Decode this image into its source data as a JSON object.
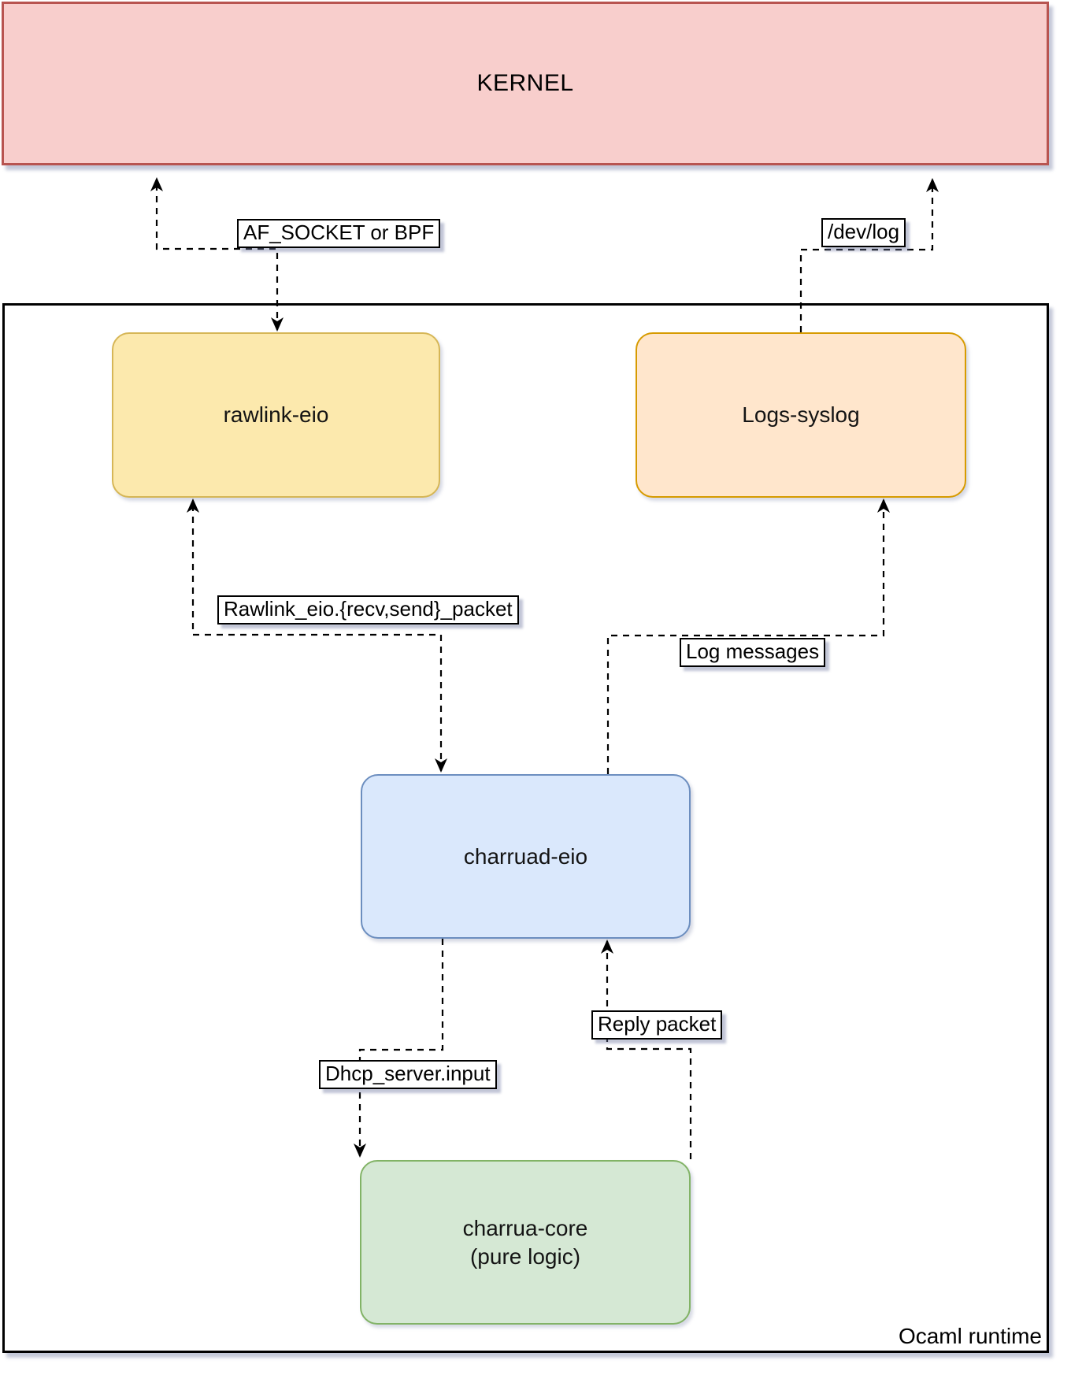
{
  "diagram": {
    "kernel": {
      "label": "KERNEL"
    },
    "runtime": {
      "label": "Ocaml runtime"
    },
    "nodes": {
      "rawlink": {
        "label": "rawlink-eio"
      },
      "logs_syslog": {
        "label": "Logs-syslog"
      },
      "charruad": {
        "label": "charruad-eio"
      },
      "charrua_core": {
        "label_line1": "charrua-core",
        "label_line2": "(pure logic)"
      }
    },
    "edges": {
      "af_socket": {
        "label": "AF_SOCKET or BPF",
        "from": "rawlink-eio",
        "to": "KERNEL",
        "style": "dashed-double-arrow"
      },
      "dev_log": {
        "label": "/dev/log",
        "from": "Logs-syslog",
        "to": "KERNEL",
        "style": "dashed-arrow"
      },
      "rawlink_api": {
        "label": "Rawlink_eio.{recv,send}_packet",
        "from": "charruad-eio",
        "to": "rawlink-eio",
        "style": "dashed-double-arrow"
      },
      "log_messages": {
        "label": "Log messages",
        "from": "charruad-eio",
        "to": "Logs-syslog",
        "style": "dashed-arrow"
      },
      "dhcp_input": {
        "label": "Dhcp_server.input",
        "from": "charruad-eio",
        "to": "charrua-core",
        "style": "dashed-arrow"
      },
      "reply_packet": {
        "label": "Reply packet",
        "from": "charrua-core",
        "to": "charruad-eio",
        "style": "dashed-arrow"
      }
    },
    "colors": {
      "kernel_fill": "#f8cecc",
      "kernel_border": "#b85450",
      "rawlink_fill": "#fce9ad",
      "rawlink_border": "#d6b656",
      "logs_fill": "#ffe6cc",
      "logs_border": "#d79b00",
      "charruad_fill": "#dae8fc",
      "charruad_border": "#6c8ebf",
      "charrua_fill": "#d5e8d4",
      "charrua_border": "#82b366",
      "edge_color": "#000000",
      "container_border": "#000000"
    }
  }
}
